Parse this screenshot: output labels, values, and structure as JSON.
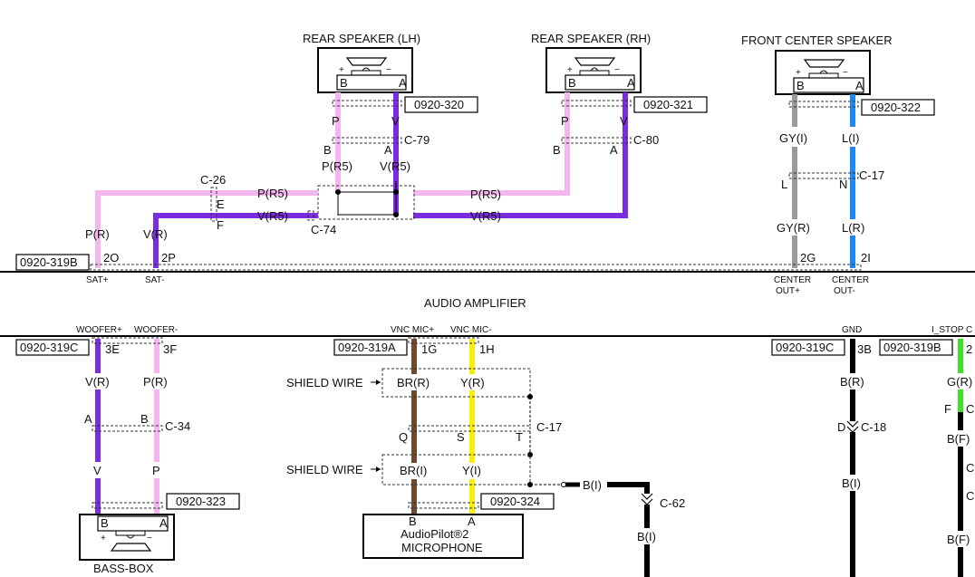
{
  "colors": {
    "pink": "#f4b6ee",
    "violet": "#7b2be0",
    "gray": "#9a9a9a",
    "blue": "#1e88f0",
    "brown": "#6b4a32",
    "yellow": "#f5ef10",
    "black": "#000000",
    "green": "#3fe02a"
  },
  "components": {
    "rear_lh": "REAR SPEAKER (LH)",
    "rear_rh": "REAR SPEAKER (RH)",
    "front_center": "FRONT CENTER SPEAKER",
    "audio_amplifier": "AUDIO AMPLIFIER",
    "bass_box": "BASS-BOX",
    "mic_line1": "AudioPilot®2",
    "mic_line2": "MICROPHONE",
    "pin_b": "B",
    "pin_a": "A",
    "plus": "+",
    "minus": "−"
  },
  "connectors": {
    "c320": "0920-320",
    "c321": "0920-321",
    "c322": "0920-322",
    "c319b": "0920-319B",
    "c319b_right": "0920-319B",
    "c319c": "0920-319C",
    "c319c_right": "0920-319C",
    "c319a": "0920-319A",
    "c323": "0920-323",
    "c324": "0920-324"
  },
  "joints": {
    "c79": "C-79",
    "c80": "C-80",
    "c17_top": "C-17",
    "c26": "C-26",
    "c74": "C-74",
    "c34": "C-34",
    "c17_bottom": "C-17",
    "c18": "C-18",
    "c62": "C-62",
    "c_partial1": "C",
    "c_partial2": "C",
    "c_partial3": "C"
  },
  "wire_labels": {
    "lh_p": "P",
    "lh_v": "V",
    "lh_b": "B",
    "lh_a": "A",
    "lh_pr5": "P(R5)",
    "lh_vr5": "V(R5)",
    "rh_p": "P",
    "rh_v": "V",
    "rh_b": "B",
    "rh_a": "A",
    "fc_gyi": "GY(I)",
    "fc_li": "L(I)",
    "fc_l": "L",
    "fc_n": "N",
    "fc_gyr": "GY(R)",
    "fc_lr": "L(R)",
    "top_pr5_left": "P(R5)",
    "top_vr5_left": "V(R5)",
    "top_pr5_right": "P(R5)",
    "top_vr5_right": "V(R5)",
    "e": "E",
    "f": "F",
    "pr": "P(R)",
    "vr": "V(R)",
    "pin_2o": "2O",
    "pin_2p": "2P",
    "pin_2g": "2G",
    "pin_2i": "2I",
    "sat_plus": "SAT+",
    "sat_minus": "SAT-",
    "center_out_plus_1": "CENTER",
    "center_out_plus_2": "OUT+",
    "center_out_minus_1": "CENTER",
    "center_out_minus_2": "OUT-",
    "woofer_plus": "WOOFER+",
    "woofer_minus": "WOOFER-",
    "pin_3e": "3E",
    "pin_3f": "3F",
    "bb_vr": "V(R)",
    "bb_pr": "P(R)",
    "bb_a": "A",
    "bb_b": "B",
    "bb_v": "V",
    "bb_p": "P",
    "vnc_plus": "VNC MIC+",
    "vnc_minus": "VNC MIC-",
    "pin_1g": "1G",
    "pin_1h": "1H",
    "shield1": "SHIELD WIRE",
    "shield2": "SHIELD WIRE",
    "mic_brr": "BR(R)",
    "mic_yr": "Y(R)",
    "mic_q": "Q",
    "mic_s": "S",
    "mic_t": "T",
    "mic_bri": "BR(I)",
    "mic_yi": "Y(I)",
    "mic_bi": "B(I)",
    "mic_bi2": "B(I)",
    "gnd": "GND",
    "pin_3b": "3B",
    "gnd_br": "B(R)",
    "gnd_d": "D",
    "gnd_bi": "B(I)",
    "istop": "I_STOP C",
    "pin_2a": "2",
    "gr": "G(R)",
    "f_lbl": "F",
    "bf1": "B(F)",
    "bf2": "B(F)"
  }
}
